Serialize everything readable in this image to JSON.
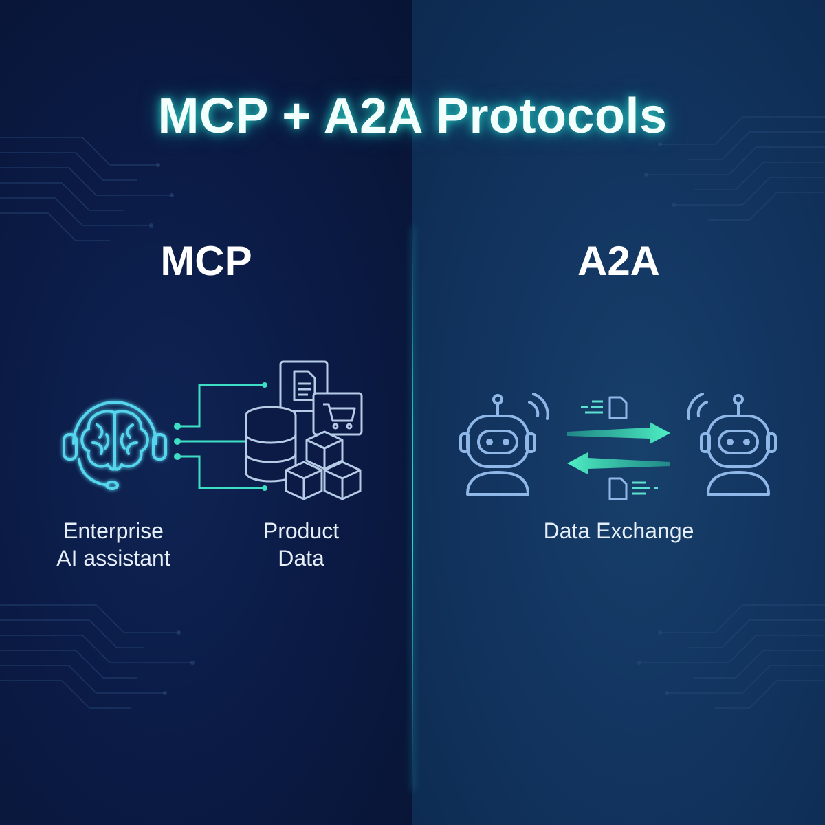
{
  "title": "MCP + A2A Protocols",
  "mcp": {
    "heading": "MCP",
    "assistant_label_line1": "Enterprise",
    "assistant_label_line2": "AI assistant",
    "data_label_line1": "Product",
    "data_label_line2": "Data"
  },
  "a2a": {
    "heading": "A2A",
    "exchange_label": "Data Exchange"
  },
  "icons": {
    "assistant": "brain-headset-icon",
    "data_sources": [
      "document-icon",
      "cart-icon",
      "database-icon",
      "boxes-icon"
    ],
    "agents": [
      "robot-icon",
      "robot-icon"
    ],
    "exchange": [
      "arrow-right-icon",
      "arrow-left-icon",
      "file-icon",
      "file-icon"
    ]
  },
  "colors": {
    "left_background": "#0b1b46",
    "right_background": "#123560",
    "accent_cyan": "#4fe3e6",
    "accent_green": "#36e0b4",
    "icon_blue": "#8fb8e8",
    "title_glow": "#28e6d2"
  }
}
